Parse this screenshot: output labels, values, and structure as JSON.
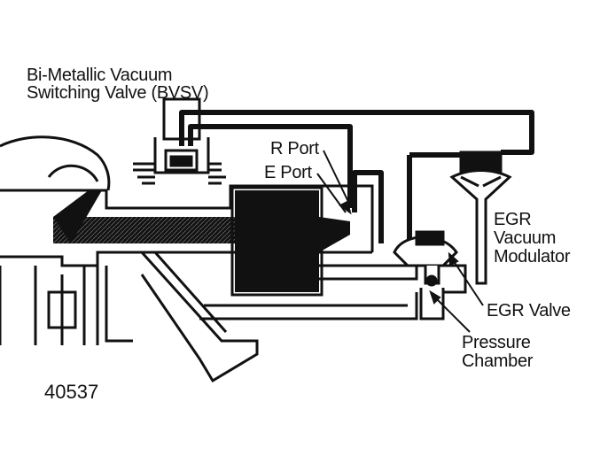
{
  "labels": {
    "bvsv_line1": "Bi-Metallic Vacuum",
    "bvsv_line2": "Switching Valve (BVSV)",
    "r_port": "R Port",
    "e_port": "E Port",
    "modulator_line1": "EGR",
    "modulator_line2": "Vacuum",
    "modulator_line3": "Modulator",
    "egr_valve": "EGR Valve",
    "pressure_line1": "Pressure",
    "pressure_line2": "Chamber"
  },
  "figure_number": "40537",
  "colors": {
    "ink": "#111111",
    "paper": "#ffffff"
  }
}
